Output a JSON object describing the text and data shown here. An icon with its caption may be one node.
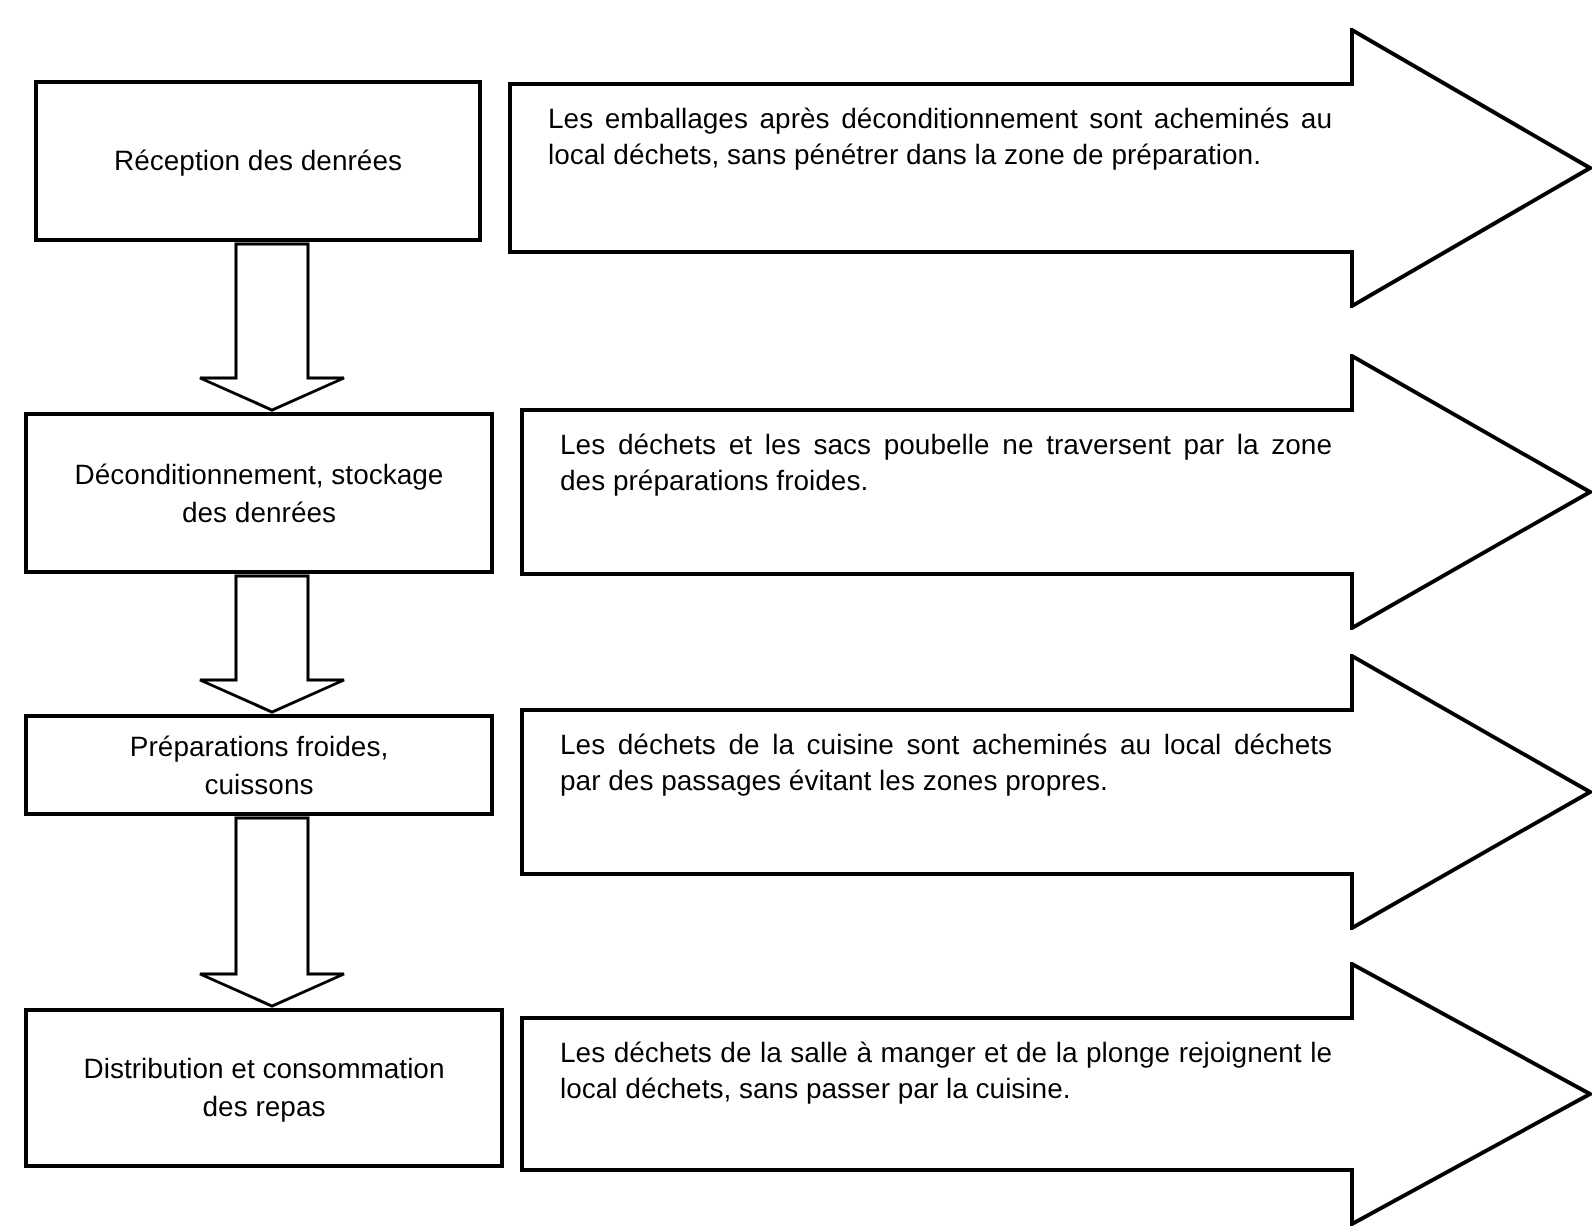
{
  "diagram": {
    "nodes": [
      {
        "text": [
          "Réception des denrées"
        ]
      },
      {
        "text": [
          "Les emballages après déconditionnement sont acheminés au local déchets, sans pénétrer dans la zone de préparation."
        ]
      },
      {
        "text": [
          "Déconditionnement, stockage des denrées"
        ]
      },
      {
        "text": [
          "Les déchets et les sacs poubelle ne traversent par la zone des préparations froides."
        ]
      },
      {
        "text": [
          "Préparations froides, cuissons"
        ]
      },
      {
        "text": [
          "Les déchets de la cuisine sont acheminés au local déchets par des passages évitant les zones propres."
        ]
      },
      {
        "text": [
          "Distribution et consommation des repas"
        ]
      },
      {
        "text": [
          "Les déchets de la salle à manger et de la plonge rejoignent le local déchets, sans passer par la cuisine."
        ]
      }
    ],
    "edges": [
      {
        "from": 0,
        "to": 2,
        "arrow": "to"
      },
      {
        "from": 2,
        "to": 4,
        "arrow": "to"
      },
      {
        "from": 4,
        "to": 6,
        "arrow": "to"
      }
    ]
  }
}
